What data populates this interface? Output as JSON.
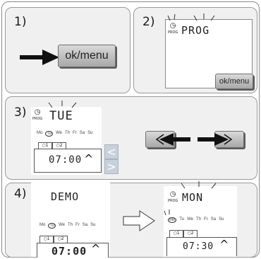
{
  "steps": {
    "s1": "1)",
    "s2": "2)",
    "s3": "3)",
    "s4": "4)"
  },
  "buttons": {
    "ok_menu": "ok/menu",
    "ok_menu_small": "ok/menu",
    "left": "<",
    "right": ">"
  },
  "display": {
    "prog": "PROG",
    "prog_small": "PROG",
    "tue": "TUE",
    "demo": "DEMO",
    "mon": "MON",
    "time_700": "07:00",
    "time_730": "07:30"
  },
  "days": [
    "Mo",
    "Tu",
    "We",
    "Th",
    "Fr",
    "Sa",
    "Su"
  ],
  "tabs": {
    "t1": "○1",
    "t2": "○2"
  },
  "icons": {
    "clock": "clock-icon",
    "pointer": "pointer-arrow-icon",
    "double_arrow": "double-arrow-icon",
    "outline_arrow": "outline-arrow-icon"
  }
}
